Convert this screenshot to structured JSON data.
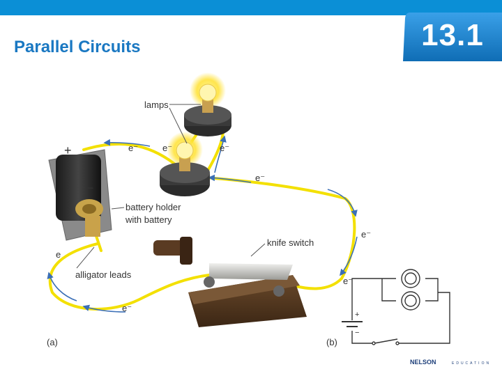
{
  "header": {
    "title": "Parallel Circuits",
    "section_number": "13.1"
  },
  "labels": {
    "lamps": "lamps",
    "battery_holder_line1": "battery holder",
    "battery_holder_line2": "with battery",
    "knife_switch": "knife switch",
    "alligator_leads": "alligator leads",
    "electron": "e",
    "electron_minus": "e⁻",
    "plus": "+",
    "minus": "−",
    "schematic_plus": "+",
    "schematic_minus": "−",
    "part_a": "(a)",
    "part_b": "(b)"
  },
  "footer": {
    "brand": "NELSON",
    "brand_sub": "EDUCATION"
  },
  "colors": {
    "topbar": "#0b8fd6",
    "title": "#1a78c2",
    "badge": "#1479c4",
    "wire": "#f3e000",
    "arrow": "#3b6fb6"
  }
}
